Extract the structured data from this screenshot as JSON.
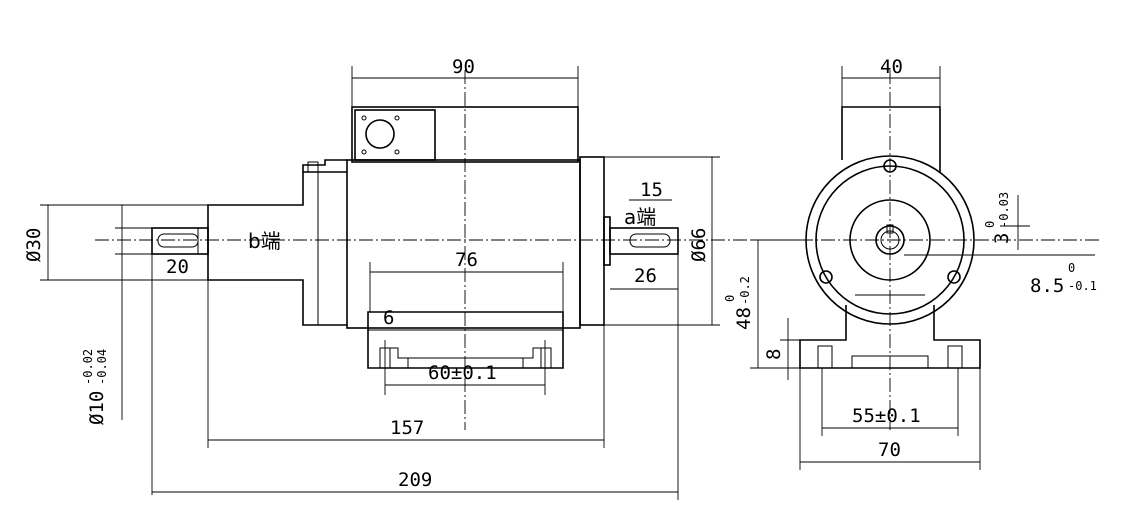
{
  "dims": {
    "d90": "90",
    "d40": "40",
    "d15": "15",
    "d76": "76",
    "d26": "26",
    "d20": "20",
    "d6": "6",
    "d60": "60±0.1",
    "d157": "157",
    "d209": "209",
    "d55": "55±0.1",
    "d70": "70",
    "d8": "8",
    "dia30": "Ø30",
    "dia66": "Ø66",
    "dia10": "Ø10",
    "dia10_tol_upper": "-0.02",
    "dia10_tol_lower": "-0.04",
    "d48": "48",
    "d48_tol_upper": "0",
    "d48_tol_lower": "-0.2",
    "d3": "3",
    "d3_tol_upper": "0",
    "d3_tol_lower": "-0.03",
    "d85": "8.5",
    "d85_tol_upper": "0",
    "d85_tol_lower": "-0.1"
  },
  "labels": {
    "end_a": "a端",
    "end_b": "b端"
  }
}
